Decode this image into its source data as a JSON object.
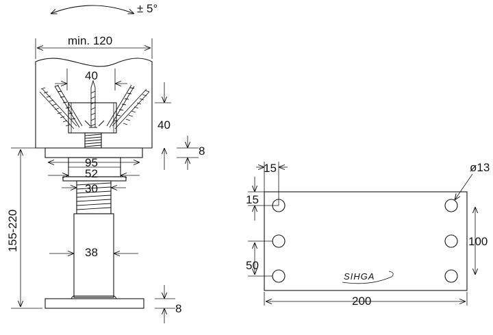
{
  "dimensions": {
    "rotation": "± 5°",
    "min_width": "min. 120",
    "screw_spacing": "40",
    "cup_height": "40",
    "thread_plate_thickness": "8",
    "plate_width": "95",
    "nut_width": "52",
    "thread_diameter": "30",
    "height_range": "155-220",
    "tube_diameter": "38",
    "base_plate_thickness": "8"
  },
  "plate_view": {
    "edge_offset_x": "15",
    "edge_offset_y": "15",
    "hole_diameter": "ø13",
    "height": "100",
    "hole_spacing": "50",
    "width": "200",
    "logo_text": "SIHGA"
  }
}
